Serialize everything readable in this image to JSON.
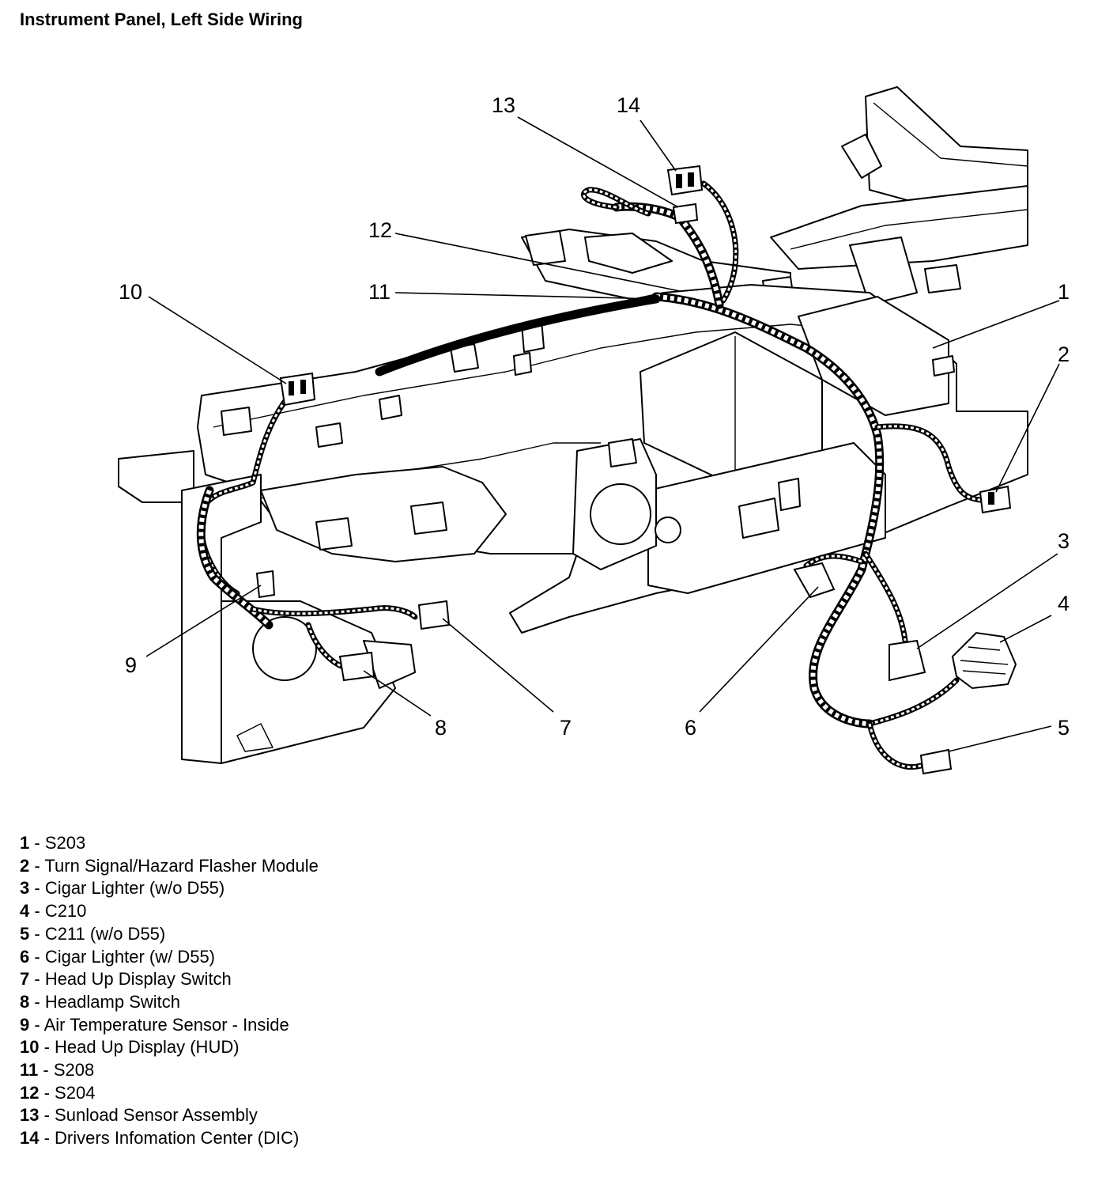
{
  "title": "Instrument Panel, Left Side Wiring",
  "callouts": [
    "1",
    "2",
    "3",
    "4",
    "5",
    "6",
    "7",
    "8",
    "9",
    "10",
    "11",
    "12",
    "13",
    "14"
  ],
  "legend": [
    {
      "num": "1",
      "sep": " - ",
      "text": "S203"
    },
    {
      "num": "2",
      "sep": " - ",
      "text": "Turn Signal/Hazard Flasher Module"
    },
    {
      "num": "3",
      "sep": " - ",
      "text": "Cigar Lighter (w/o D55)"
    },
    {
      "num": "4",
      "sep": " - ",
      "text": "C210"
    },
    {
      "num": "5",
      "sep": " - ",
      "text": "C211 (w/o D55)"
    },
    {
      "num": "6",
      "sep": " - ",
      "text": "Cigar Lighter (w/ D55)"
    },
    {
      "num": "7",
      "sep": " - ",
      "text": "Head Up Display Switch"
    },
    {
      "num": "8",
      "sep": " - ",
      "text": "Headlamp Switch"
    },
    {
      "num": "9",
      "sep": " - ",
      "text": "Air Temperature Sensor - Inside"
    },
    {
      "num": "10",
      "sep": " - ",
      "text": "Head Up Display (HUD)"
    },
    {
      "num": "11",
      "sep": " - ",
      "text": "S208"
    },
    {
      "num": "12",
      "sep": " - ",
      "text": "S204"
    },
    {
      "num": "13",
      "sep": " - ",
      "text": "Sunload Sensor Assembly"
    },
    {
      "num": "14",
      "sep": " - ",
      "text": "Drivers Infomation Center (DIC)"
    }
  ]
}
